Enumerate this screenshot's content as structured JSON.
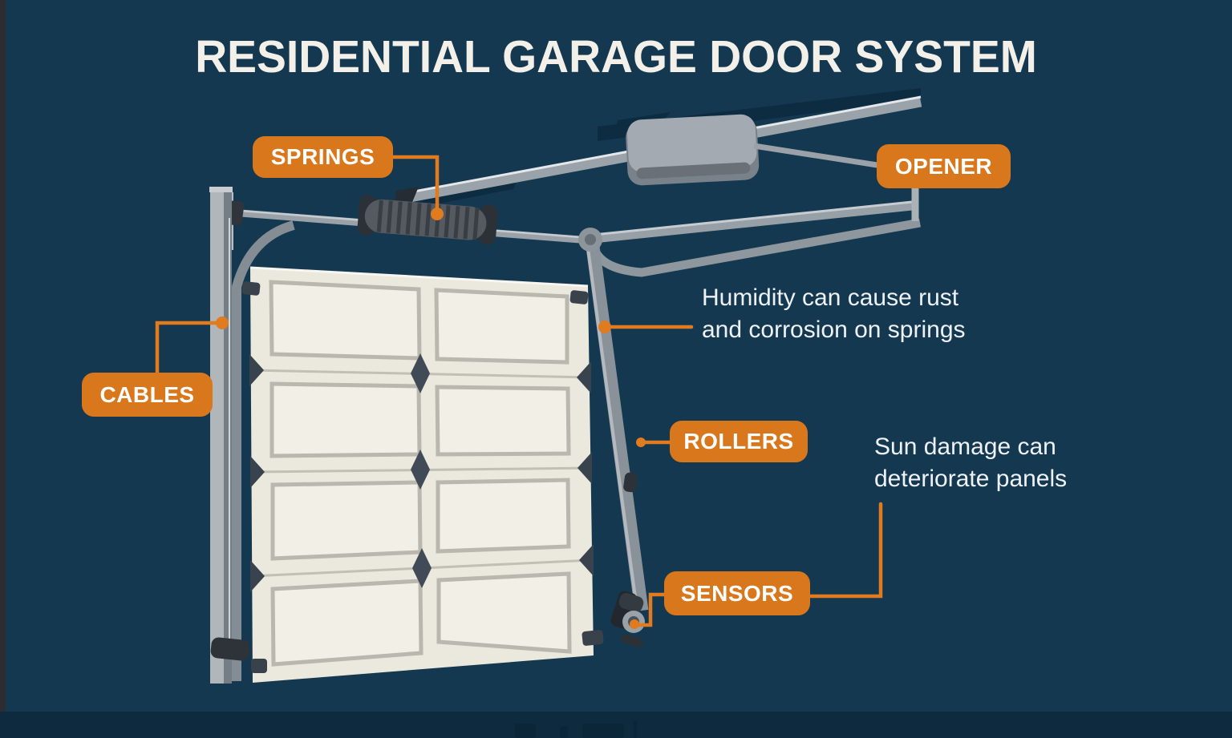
{
  "title": "RESIDENTIAL GARAGE DOOR SYSTEM",
  "labels": {
    "springs": "SPRINGS",
    "opener": "OPENER",
    "cables": "CABLES",
    "rollers": "ROLLERS",
    "sensors": "SENSORS"
  },
  "annotations": {
    "humidity": {
      "line1": "Humidity can cause rust",
      "line2": "and corrosion on springs"
    },
    "sun": {
      "line1": "Sun damage can",
      "line2": "deteriorate panels"
    }
  },
  "colors": {
    "background_navy": "#14384f",
    "accent_orange": "#d9771c",
    "connector_orange": "#e07b1f",
    "title_text": "#f3f0e9",
    "annotation_text": "#eef2f5",
    "label_text": "#ffffff",
    "door_face": "#ebe8dd",
    "panel_face": "#f2efe6",
    "panel_outline": "#b9b7ae",
    "track_gray": "#8f979e",
    "hinge_dark": "#3c4652",
    "spring_coil_dark": "#545a60",
    "opener_box_gray": "#a3aab1",
    "bottom_band": "#0e2a3e",
    "left_edge_strip": "#2c2c31"
  }
}
